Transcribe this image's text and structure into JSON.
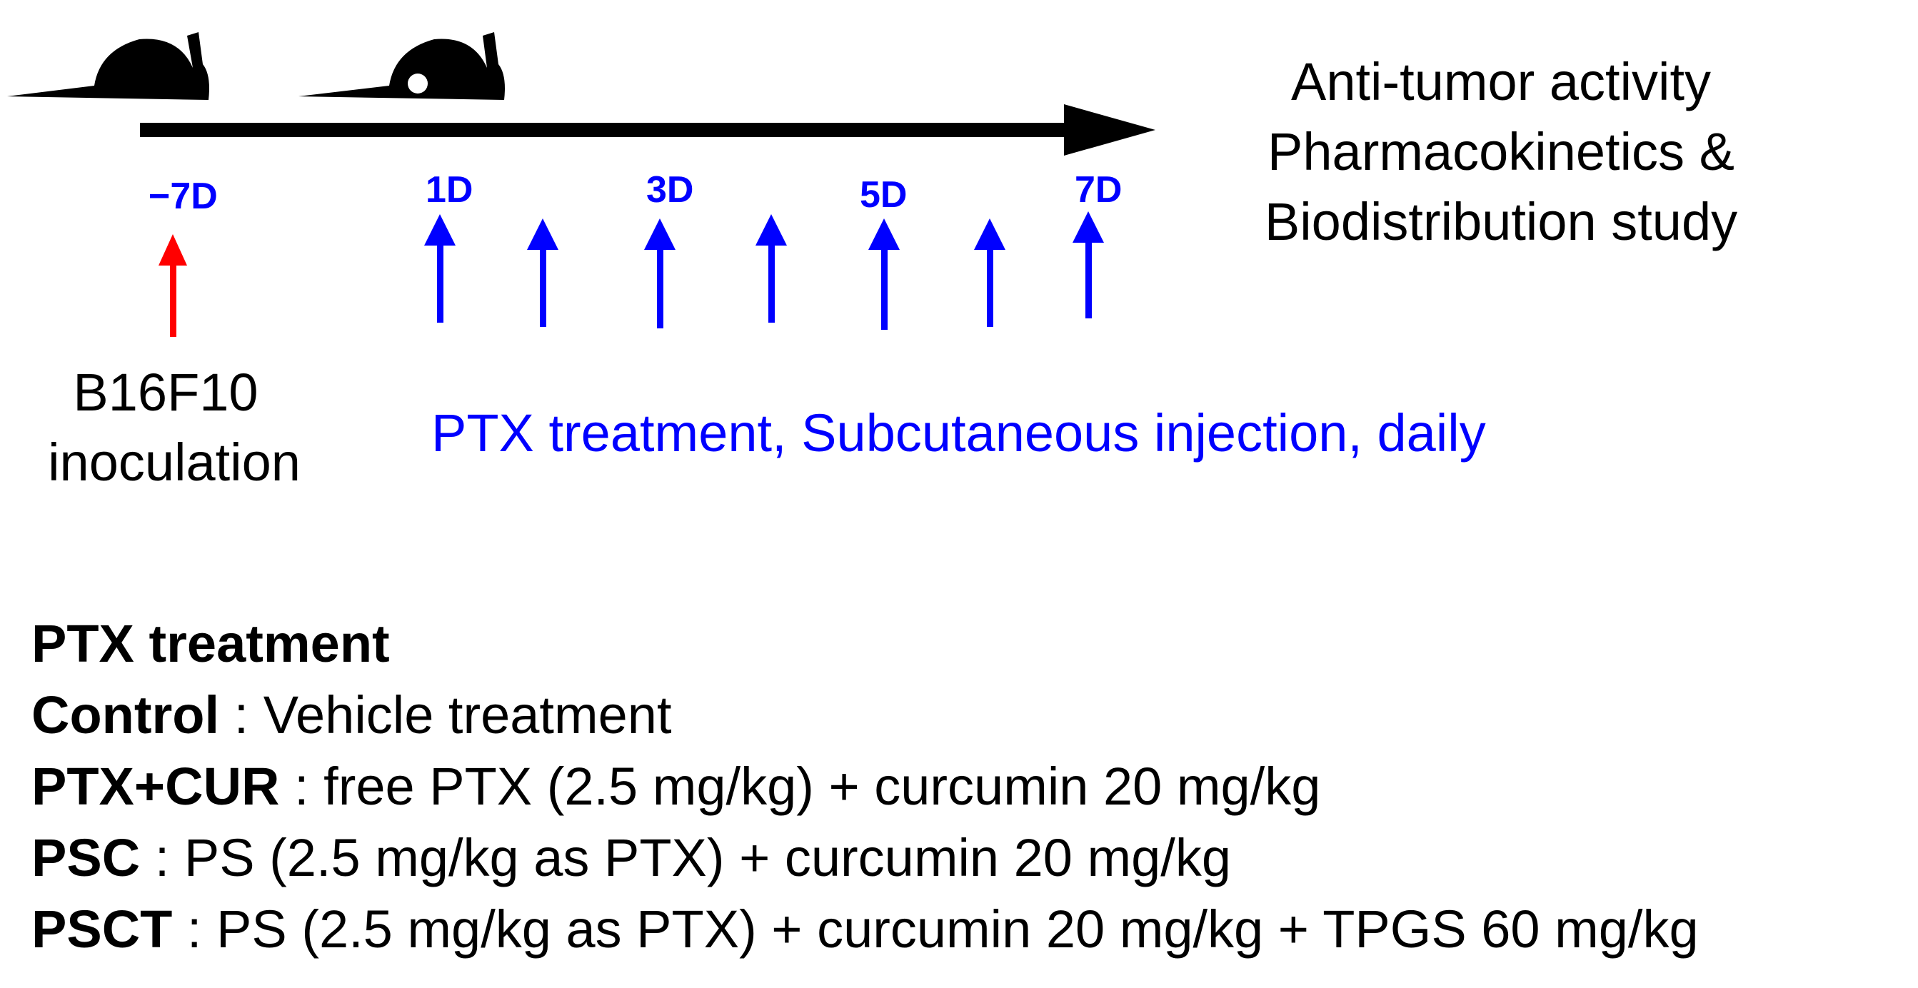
{
  "colors": {
    "ink": "#000000",
    "treatment_blue": "#0000ff",
    "inoculation_red": "#ff0000"
  },
  "icons": {
    "mouse_left": "mouse-icon",
    "mouse_right": "mouse-tumor-icon"
  },
  "timeline": {
    "day_labels": [
      "−7D",
      "1D",
      "3D",
      "5D",
      "7D"
    ],
    "treatment_days": 7
  },
  "outcome": {
    "line1": "Anti-tumor activity",
    "line2": "Pharmacokinetics &",
    "line3": "Biodistribution study"
  },
  "inoculation": {
    "line1": "B16F10",
    "line2": "inoculation"
  },
  "treatment_note": "PTX treatment, Subcutaneous injection, daily",
  "legend": {
    "heading": "PTX treatment",
    "groups": [
      {
        "name": "Control",
        "sep": " : ",
        "desc": "Vehicle treatment"
      },
      {
        "name": "PTX+CUR",
        "sep": " : ",
        "desc": "free PTX (2.5 mg/kg) + curcumin 20 mg/kg"
      },
      {
        "name": "PSC",
        "sep": " : ",
        "desc": "PS (2.5 mg/kg as PTX) + curcumin 20 mg/kg"
      },
      {
        "name": "PSCT",
        "sep": " : ",
        "desc": "PS (2.5 mg/kg as PTX) + curcumin 20 mg/kg + TPGS 60 mg/kg"
      }
    ]
  }
}
